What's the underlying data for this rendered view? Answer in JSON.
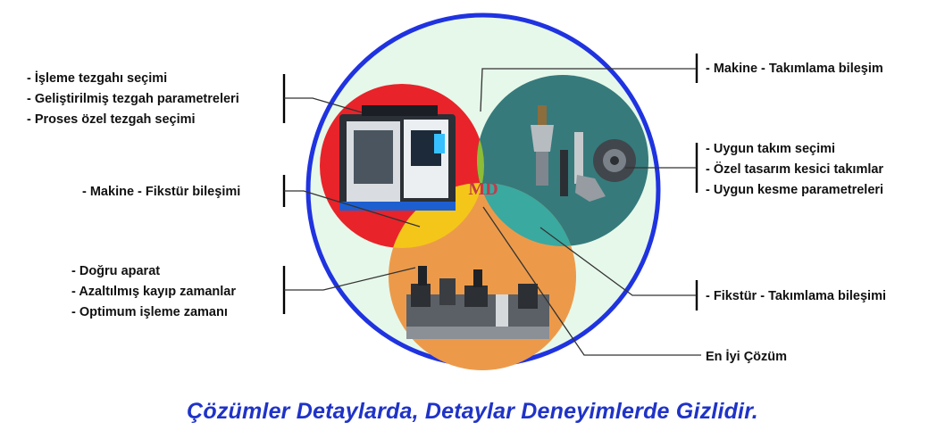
{
  "diagram": {
    "center_logo": "MD",
    "sets": [
      {
        "name": "machine",
        "color": "#e8232a"
      },
      {
        "name": "tooling",
        "color": "#367a7c"
      },
      {
        "name": "fixture",
        "color": "#ec9a4a"
      }
    ],
    "overlap_colors": {
      "machine_tooling": "#8dbc36",
      "machine_fixture": "#f5c61a",
      "tooling_fixture": "#3aa9a0",
      "all": "#ffffff"
    },
    "outer_ring_color": "#1f33e0",
    "outer_fill_color": "#e6f8ea"
  },
  "labels": {
    "machine_items": [
      "- İşleme tezgahı seçimi",
      "- Geliştirilmiş tezgah parametreleri",
      "- Proses özel tezgah seçimi"
    ],
    "machine_fixture": "- Makine - Fikstür bileşimi",
    "fixture_items": [
      "- Doğru aparat",
      "- Azaltılmış kayıp zamanlar",
      "- Optimum işleme zamanı"
    ],
    "machine_tooling": "- Makine - Takımlama bileşim",
    "tooling_items": [
      "- Uygun takım seçimi",
      "- Özel tasarım kesici takımlar",
      "- Uygun kesme parametreleri"
    ],
    "fixture_tooling": "- Fikstür - Takımlama bileşimi",
    "best_solution": "En İyi Çözüm"
  },
  "slogan": "Çözümler Detaylarda, Detaylar Deneyimlerde Gizlidir."
}
